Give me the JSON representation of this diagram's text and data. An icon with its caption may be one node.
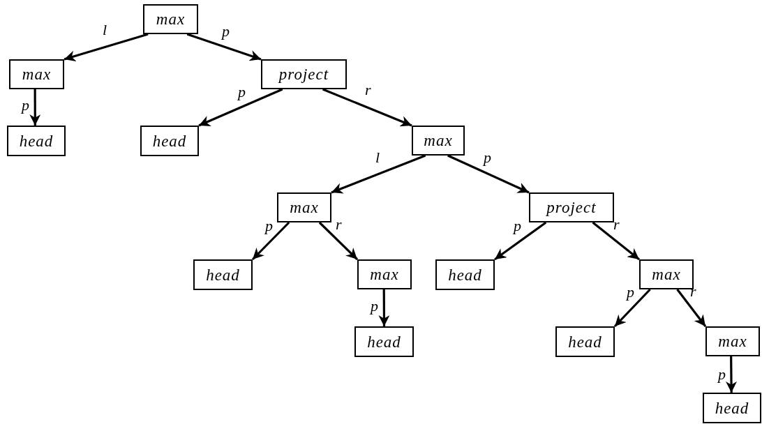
{
  "diagram": {
    "nodes": [
      {
        "text": [
          "max"
        ]
      },
      {
        "text": [
          "max"
        ]
      },
      {
        "text": [
          "head"
        ]
      },
      {
        "text": [
          "project"
        ]
      },
      {
        "text": [
          "head"
        ]
      },
      {
        "text": [
          "max"
        ]
      },
      {
        "text": [
          "max"
        ]
      },
      {
        "text": [
          "head"
        ]
      },
      {
        "text": [
          "max"
        ]
      },
      {
        "text": [
          "head"
        ]
      },
      {
        "text": [
          "project"
        ]
      },
      {
        "text": [
          "head"
        ]
      },
      {
        "text": [
          "max"
        ]
      },
      {
        "text": [
          "head"
        ]
      },
      {
        "text": [
          "max"
        ]
      },
      {
        "text": [
          "head"
        ]
      }
    ],
    "edges": [
      {
        "from": 0,
        "to": 1,
        "arrow": "to",
        "label": "l"
      },
      {
        "from": 0,
        "to": 3,
        "arrow": "to",
        "label": "p"
      },
      {
        "from": 1,
        "to": 2,
        "arrow": "to",
        "label": "p"
      },
      {
        "from": 3,
        "to": 4,
        "arrow": "to",
        "label": "p"
      },
      {
        "from": 3,
        "to": 5,
        "arrow": "to",
        "label": "r"
      },
      {
        "from": 5,
        "to": 6,
        "arrow": "to",
        "label": "l"
      },
      {
        "from": 5,
        "to": 10,
        "arrow": "to",
        "label": "p"
      },
      {
        "from": 6,
        "to": 7,
        "arrow": "to",
        "label": "p"
      },
      {
        "from": 6,
        "to": 8,
        "arrow": "to",
        "label": "r"
      },
      {
        "from": 8,
        "to": 9,
        "arrow": "to",
        "label": "p"
      },
      {
        "from": 10,
        "to": 11,
        "arrow": "to",
        "label": "p"
      },
      {
        "from": 10,
        "to": 12,
        "arrow": "to",
        "label": "r"
      },
      {
        "from": 12,
        "to": 13,
        "arrow": "to",
        "label": "p"
      },
      {
        "from": 12,
        "to": 14,
        "arrow": "to",
        "label": "r"
      },
      {
        "from": 14,
        "to": 15,
        "arrow": "to",
        "label": "p"
      }
    ]
  }
}
